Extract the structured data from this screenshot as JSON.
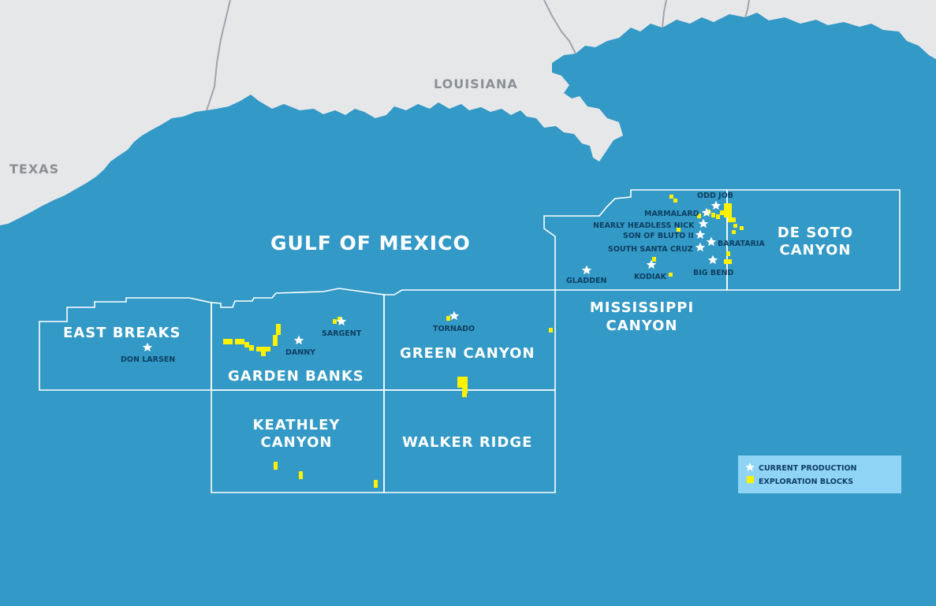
{
  "map": {
    "states": [
      "TEXAS",
      "LOUISIANA"
    ],
    "sea": "GULF OF MEXICO",
    "areas": [
      {
        "lines": [
          "EAST BREAKS"
        ]
      },
      {
        "lines": [
          "GARDEN BANKS"
        ]
      },
      {
        "lines": [
          "GREEN CANYON"
        ]
      },
      {
        "lines": [
          "MISSISSIPPI",
          "CANYON"
        ]
      },
      {
        "lines": [
          "DE SOTO",
          "CANYON"
        ]
      },
      {
        "lines": [
          "KEATHLEY",
          "CANYON"
        ]
      },
      {
        "lines": [
          "WALKER RIDGE"
        ]
      }
    ],
    "fields": [
      {
        "name": "DON LARSEN"
      },
      {
        "name": "DANNY"
      },
      {
        "name": "SARGENT"
      },
      {
        "name": "TORNADO"
      },
      {
        "name": "GLADDEN"
      },
      {
        "name": "KODIAK"
      },
      {
        "name": "ODD JOB"
      },
      {
        "name": "MARMALARD"
      },
      {
        "name": "NEARLY HEADLESS NICK"
      },
      {
        "name": "SON OF BLUTO II"
      },
      {
        "name": "SOUTH SANTA CRUZ"
      },
      {
        "name": "BARATARIA"
      },
      {
        "name": "BIG BEND"
      }
    ]
  },
  "legend": {
    "production_label": "CURRENT PRODUCTION",
    "exploration_label": "EXPLORATION BLOCKS"
  },
  "colors": {
    "water": "#3399c6",
    "land": "#e6e7e9",
    "exploration_block": "#fff200",
    "production_star": "#ffffff",
    "field_label": "#0d3f63",
    "legend_bg": "#8fd3f5"
  },
  "icons": {
    "production": "star-icon",
    "exploration": "square-icon"
  }
}
